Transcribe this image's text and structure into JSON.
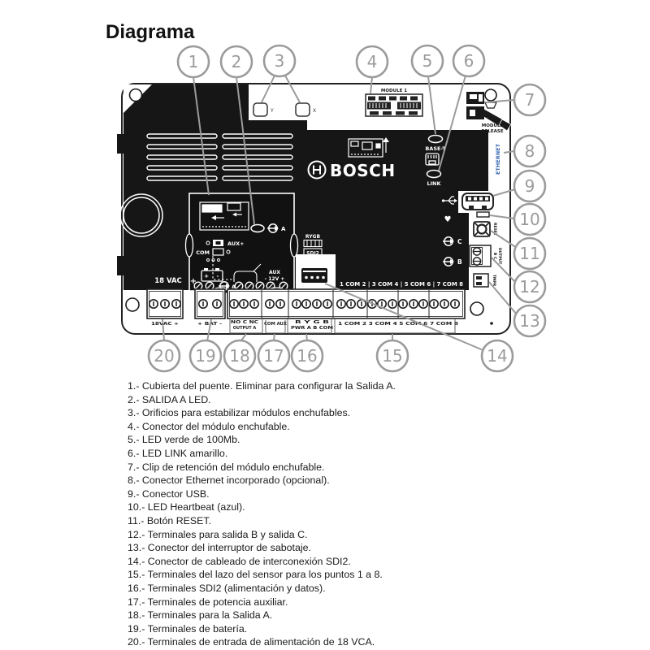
{
  "title": "Diagrama",
  "board": {
    "brand": "BOSCH",
    "logo_h": "H",
    "silkscreen": {
      "module1": "MODULE 1",
      "base_t": "BASE-T",
      "link": "LINK",
      "module_release_1": "MODULE",
      "module_release_2": "RELEASE",
      "ethernet": "ETHERNET",
      "ethernet_color": "#3f6eb5",
      "y": "Y",
      "x": "X",
      "vac": "18 VAC",
      "vac_plus": "+",
      "aux_plus": "AUX+",
      "com": "COM",
      "aux": "AUX",
      "aux_12v": "- 12V +",
      "battery_plus": "+",
      "battery_minus": "-",
      "out_a": "A",
      "out_b": "B",
      "out_c": "C",
      "rygb": "RYGB",
      "sdi2": "SDI2",
      "points_black": "1 COM 2 | 3 COM 4 | 5 COM 6 | 7 COM 8",
      "heart": "♥",
      "reset": "RESET",
      "bc": "B C",
      "output": "OUTPUT",
      "tmpr": "TMPR"
    },
    "terminals": {
      "t_18vac": "18VAC +",
      "t_bat": "+ BAT -",
      "out_row1": "NO C NC",
      "out_row2": "OUTPUT A",
      "aux_row": "COM AUX",
      "sdi2_row1": "R Y G B",
      "sdi2_row2": "PWR A B COM",
      "points_row": "1 COM 2  3 COM 4  5 COM 6  7 COM 8"
    }
  },
  "callouts": {
    "c1": "1",
    "c2": "2",
    "c3": "3",
    "c4": "4",
    "c5": "5",
    "c6": "6",
    "c7": "7",
    "c8": "8",
    "c9": "9",
    "c10": "10",
    "c11": "11",
    "c12": "12",
    "c13": "13",
    "c14": "14",
    "c15": "15",
    "c16": "16",
    "c17": "17",
    "c18": "18",
    "c19": "19",
    "c20": "20"
  },
  "legend": {
    "items": [
      {
        "full": "1.- Cubierta del puente. Eliminar para configurar la Salida A."
      },
      {
        "full": "2.- SALIDA A LED."
      },
      {
        "full": "3.- Orificios para estabilizar módulos enchufables."
      },
      {
        "full": "4.- Conector del módulo enchufable."
      },
      {
        "full": "5.- LED verde de 100Mb."
      },
      {
        "full": "6.- LED LINK amarillo."
      },
      {
        "full": "7.- Clip de retención del módulo enchufable."
      },
      {
        "full": "8.- Conector Ethernet incorporado (opcional)."
      },
      {
        "full": "9.- Conector USB."
      },
      {
        "full": "10.- LED Heartbeat (azul)."
      },
      {
        "full": "11.- Botón RESET."
      },
      {
        "full": "12.- Terminales para salida B y salida C."
      },
      {
        "full": "13.- Conector del interruptor de sabotaje."
      },
      {
        "full": "14.- Conector de cableado de interconexión SDI2."
      },
      {
        "full": "15.- Terminales del lazo del sensor para los puntos 1 a 8."
      },
      {
        "full": "16.- Terminales SDI2 (alimentación y datos)."
      },
      {
        "full": "17.- Terminales de potencia auxiliar."
      },
      {
        "full": "18.- Terminales para la Salida A."
      },
      {
        "full": "19.- Terminales de batería."
      },
      {
        "full": "20.- Terminales de entrada de alimentación de 18 VCA."
      }
    ]
  }
}
